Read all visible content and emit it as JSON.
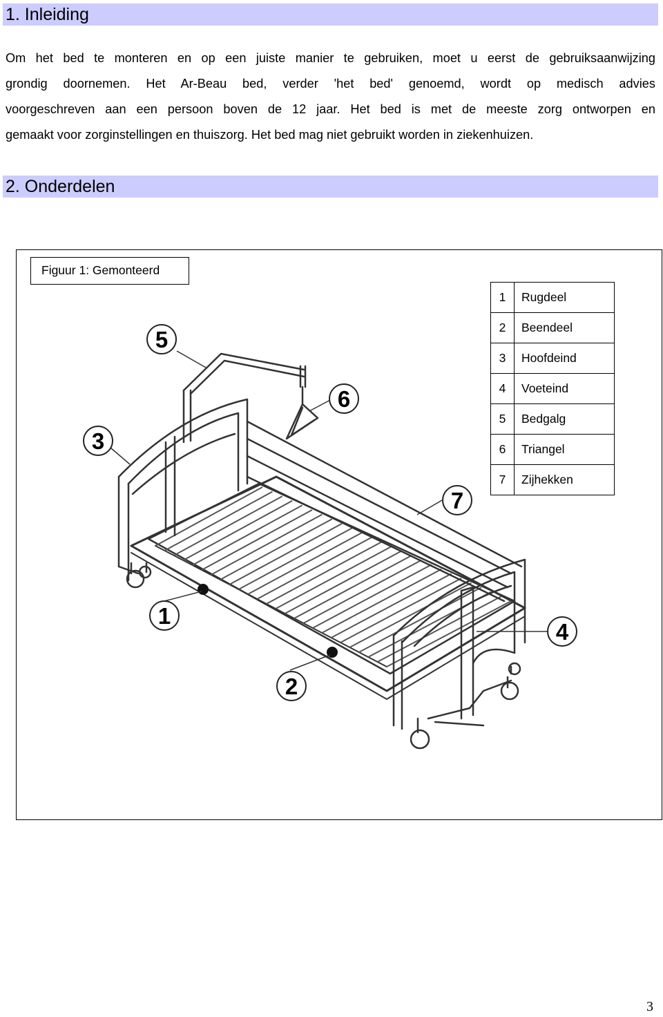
{
  "section1": {
    "title": "1. Inleiding"
  },
  "intro_lines": [
    "Om het bed te monteren en op een juiste manier te gebruiken, moet u eerst de gebruiksaanwijzing",
    "grondig doornemen. Het Ar-Beau bed, verder 'het bed' genoemd, wordt op medisch advies",
    "voorgeschreven aan een persoon boven de 12 jaar. Het bed is met de meeste zorg ontworpen en",
    "gemaakt voor zorginstellingen en thuiszorg. Het bed mag niet gebruikt worden in ziekenhuizen."
  ],
  "section2": {
    "title": "2. Onderdelen"
  },
  "figure": {
    "caption": "Figuur 1: Gemonteerd",
    "callouts": [
      "1",
      "2",
      "3",
      "4",
      "5",
      "6",
      "7"
    ]
  },
  "legend": [
    {
      "num": "1",
      "name": "Rugdeel"
    },
    {
      "num": "2",
      "name": "Beendeel"
    },
    {
      "num": "3",
      "name": "Hoofdeind"
    },
    {
      "num": "4",
      "name": "Voeteind"
    },
    {
      "num": "5",
      "name": "Bedgalg"
    },
    {
      "num": "6",
      "name": "Triangel"
    },
    {
      "num": "7",
      "name": "Zijhekken"
    }
  ],
  "page_number": "3"
}
